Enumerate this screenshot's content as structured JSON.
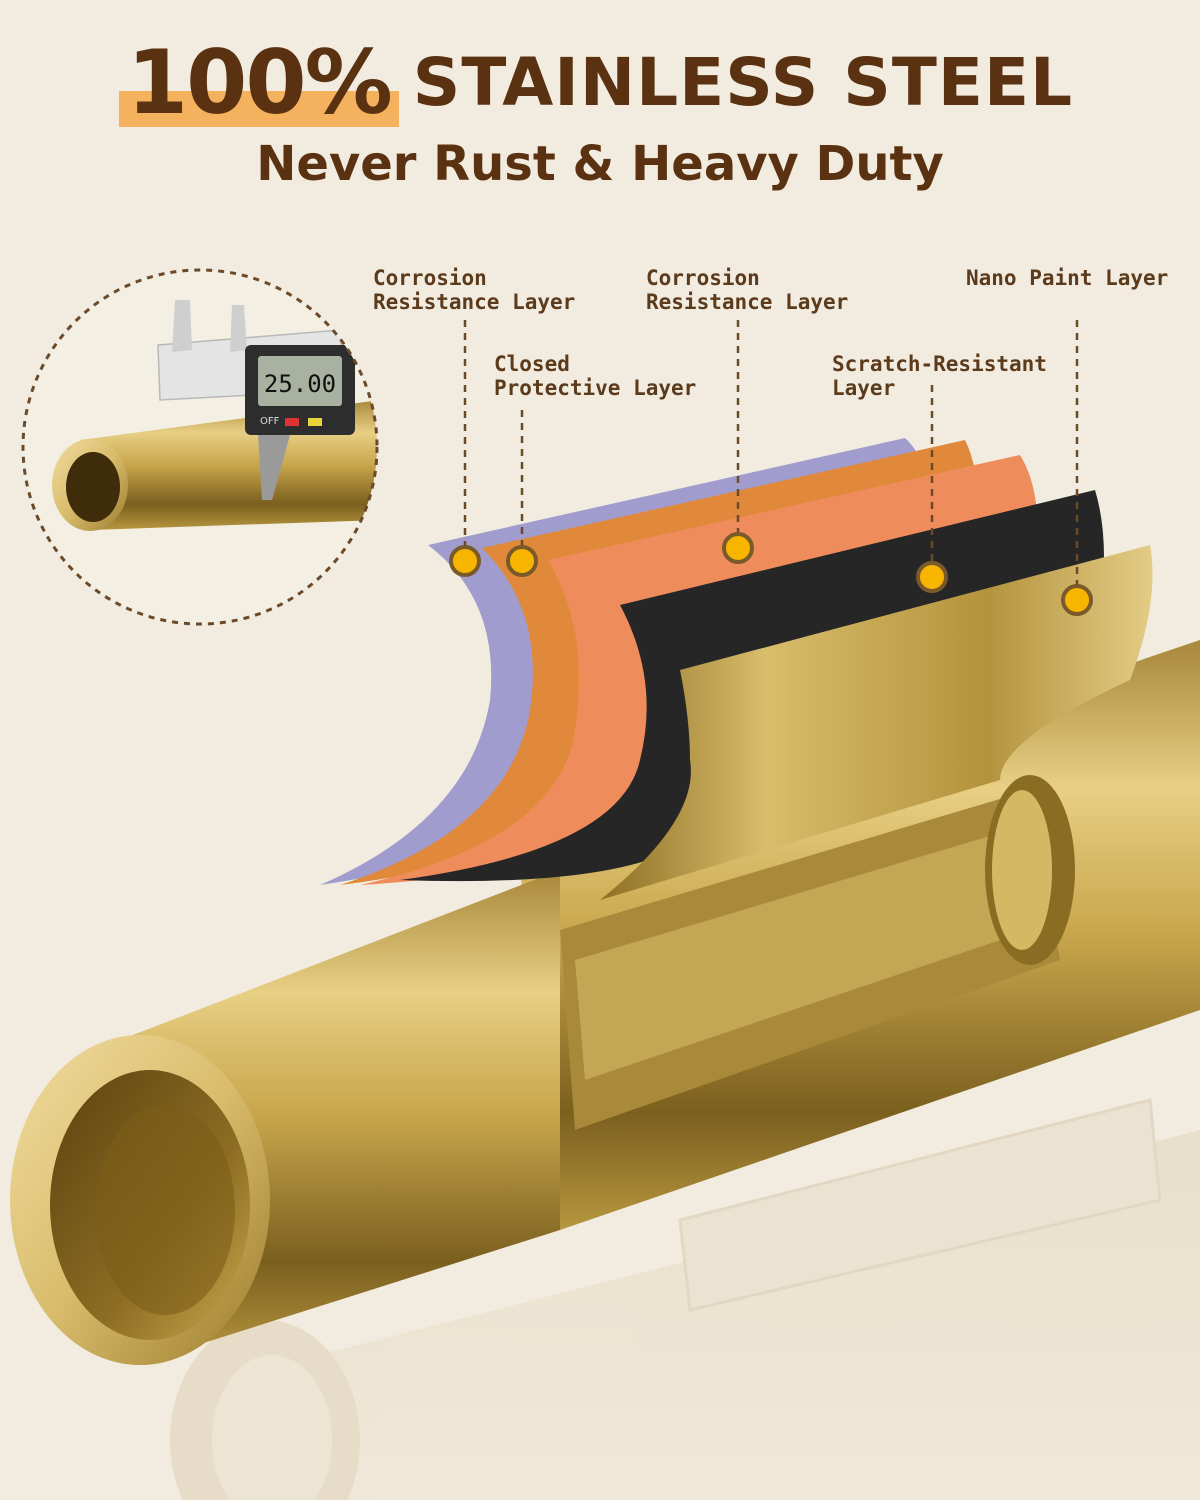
{
  "headline": {
    "percent": "100%",
    "rest": "STAINLESS STEEL"
  },
  "subheadline": "Never Rust & Heavy Duty",
  "caliper": {
    "reading": "25.00",
    "off_label": "OFF"
  },
  "layers": [
    {
      "line1": "Corrosion",
      "line2": "Resistance Layer"
    },
    {
      "line1": "Closed",
      "line2": "Protective Layer"
    },
    {
      "line1": "Corrosion",
      "line2": "Resistance Layer"
    },
    {
      "line1": "Scratch-Resistant",
      "line2": "Layer"
    },
    {
      "line1": "",
      "line2": "Nano Paint Layer"
    }
  ],
  "colors": {
    "background": "#f2ece0",
    "title_brown": "#5a3211",
    "highlight": "#f5b25e",
    "gold": "#c9a94e",
    "layer_purple": "#9c98c8",
    "layer_orange": "#e08a3a",
    "layer_salmon": "#ef8b5a",
    "layer_black": "#222222",
    "dot": "#f7b500"
  }
}
